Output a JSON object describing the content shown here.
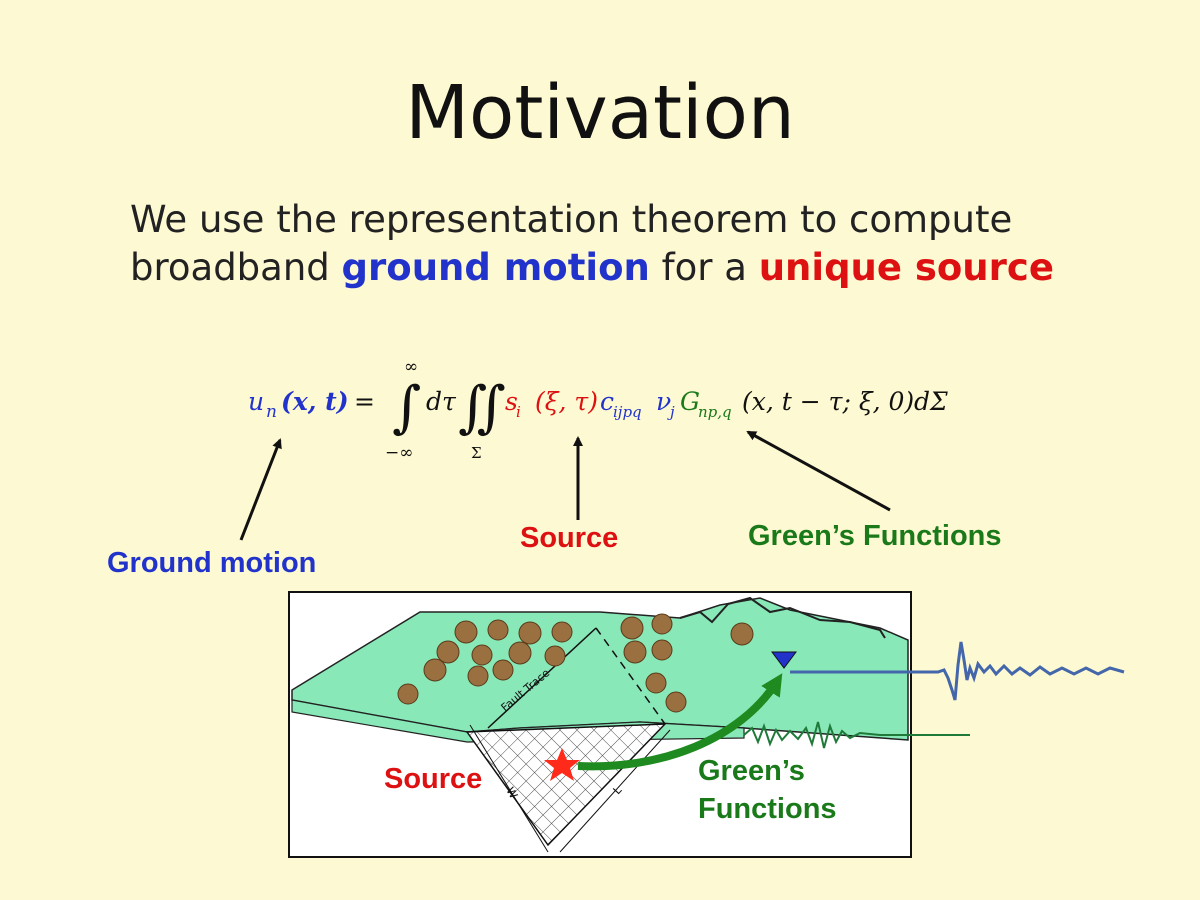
{
  "slide": {
    "title": "Motivation",
    "subtitle": {
      "part1": "We use the representation theorem to compute broadband ",
      "highlight1": "ground motion",
      "part2": " for a ",
      "highlight2": "unique source"
    }
  },
  "equation": {
    "lhs_u": "u",
    "lhs_sub": "n",
    "lhs_args": "(x, t)",
    "equals": "=",
    "upper_limit": "∞",
    "lower_limit": "−∞",
    "d_tau": "dτ",
    "double_integral_sub": "Σ",
    "s": "s",
    "s_sub": "i",
    "s_args": "(ξ, τ)",
    "c": "c",
    "c_sub": "ijpq",
    "nu": "ν",
    "nu_sub": "j",
    "G": "G",
    "G_sub": "np,q",
    "G_args": "(x, t − τ; ξ, 0)",
    "d_sigma": "dΣ"
  },
  "labels": {
    "ground_motion": "Ground motion",
    "source": "Source",
    "greens_functions": "Green’s Functions"
  },
  "figure": {
    "fault_trace_label": "Fault Trace",
    "w_label": "W",
    "l_label": "L",
    "source_label": "Source",
    "greens_line1": "Green’s",
    "greens_line2": "Functions"
  },
  "colors": {
    "background": "#fdf9d2",
    "ground_motion_blue": "#2233cc",
    "source_red": "#dd1111",
    "greens_green": "#1a7a1a",
    "terrain": "#88e8b8",
    "seismogram_blue": "#4466aa",
    "seismogram_green": "#1f7a3a"
  }
}
